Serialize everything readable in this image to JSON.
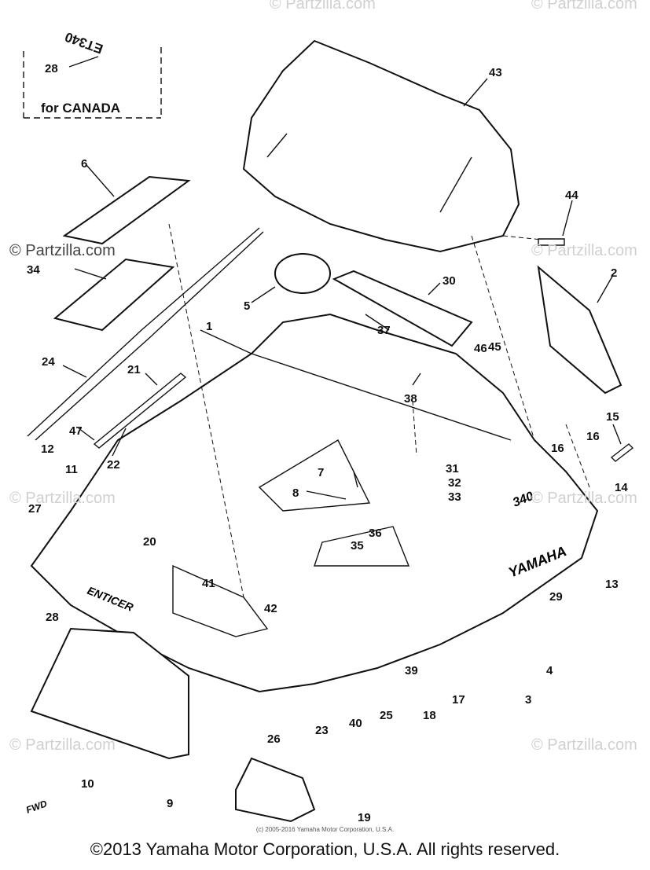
{
  "watermarks": {
    "text": "© Partzilla.com"
  },
  "inset": {
    "label": "for CANADA",
    "model_decal": "ET340"
  },
  "decals": {
    "brand": "YAMAHA",
    "model_number": "340",
    "side_name": "ENTICER",
    "fwd_arrow": "FWD"
  },
  "callouts": [
    "1",
    "2",
    "3",
    "4",
    "5",
    "6",
    "7",
    "8",
    "9",
    "10",
    "11",
    "12",
    "13",
    "14",
    "15",
    "16",
    "17",
    "18",
    "19",
    "20",
    "21",
    "22",
    "23",
    "24",
    "25",
    "26",
    "27",
    "28",
    "29",
    "30",
    "31",
    "32",
    "33",
    "34",
    "35",
    "36",
    "37",
    "38",
    "39",
    "40",
    "41",
    "42",
    "43",
    "44",
    "45",
    "46",
    "47"
  ],
  "footer": {
    "small_copyright": "(c) 2005-2016 Yamaha Motor Corporation, U.S.A.",
    "copyright": "©2013 Yamaha Motor Corporation, U.S.A. All rights reserved."
  }
}
